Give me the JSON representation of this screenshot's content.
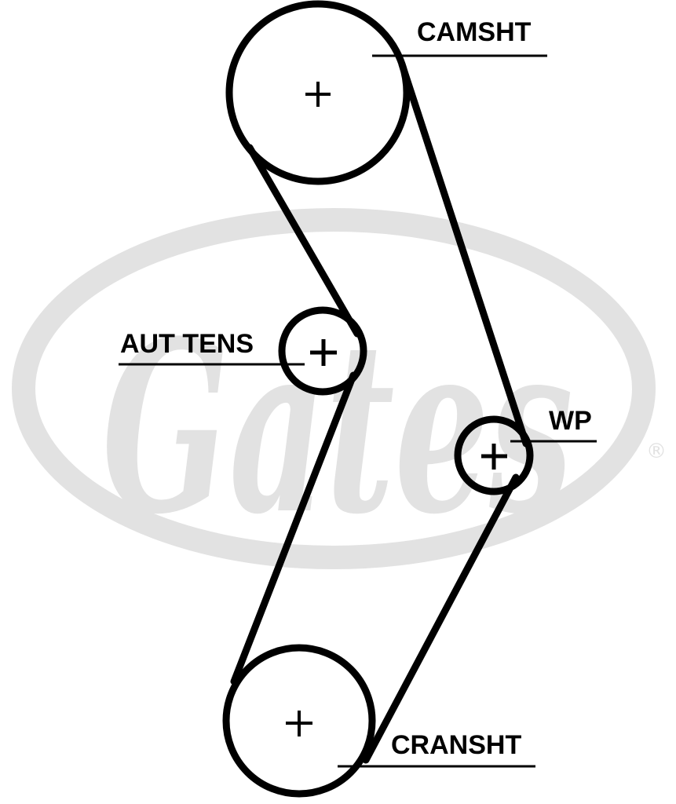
{
  "diagram": {
    "labels": {
      "camshaft": "CAMSHT",
      "auto_tensioner": "AUT TENS",
      "water_pump": "WP",
      "crankshaft": "CRANSHT"
    },
    "watermark": {
      "brand": "Gates",
      "registered_mark": "®"
    },
    "colors": {
      "ink": "#000000",
      "watermark": "#e2e2e2",
      "background": "#ffffff"
    },
    "center_marker": "plus",
    "icons": {
      "center_marker": "plus-icon",
      "pulley": "circle-outline"
    }
  }
}
